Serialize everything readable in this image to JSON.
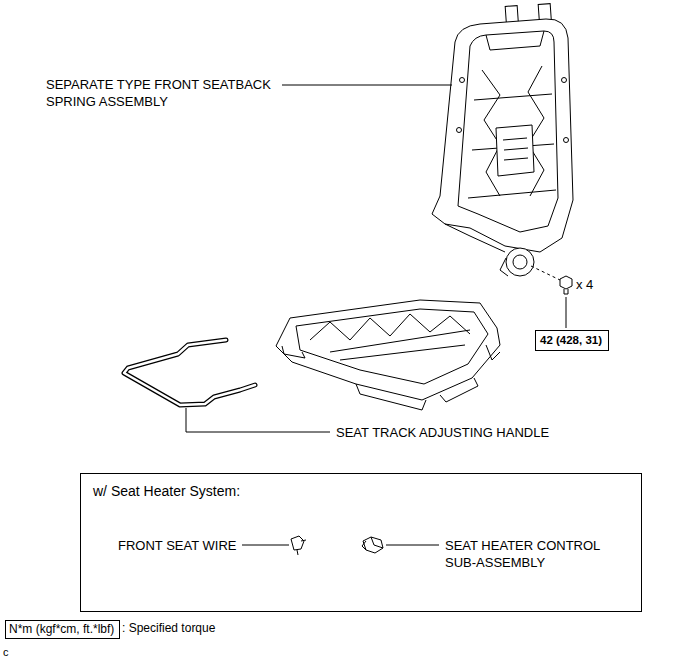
{
  "diagram": {
    "nodes": [
      {
        "text": [
          "42 (428, 31)"
        ]
      },
      {
        "text": [
          "w/ Seat Heater System:",
          "FRONT SEAT WIRE",
          "SEAT HEATER CONTROL SUB-ASSEMBLY"
        ]
      },
      {
        "text": [
          "N*m (kgf*cm, ft.*lbf)"
        ]
      }
    ],
    "labels": [
      "SEPARATE TYPE FRONT SEATBACK SPRING ASSEMBLY",
      "x 4",
      "SEAT TRACK ADJUSTING HANDLE",
      ": Specified torque",
      "c"
    ]
  }
}
